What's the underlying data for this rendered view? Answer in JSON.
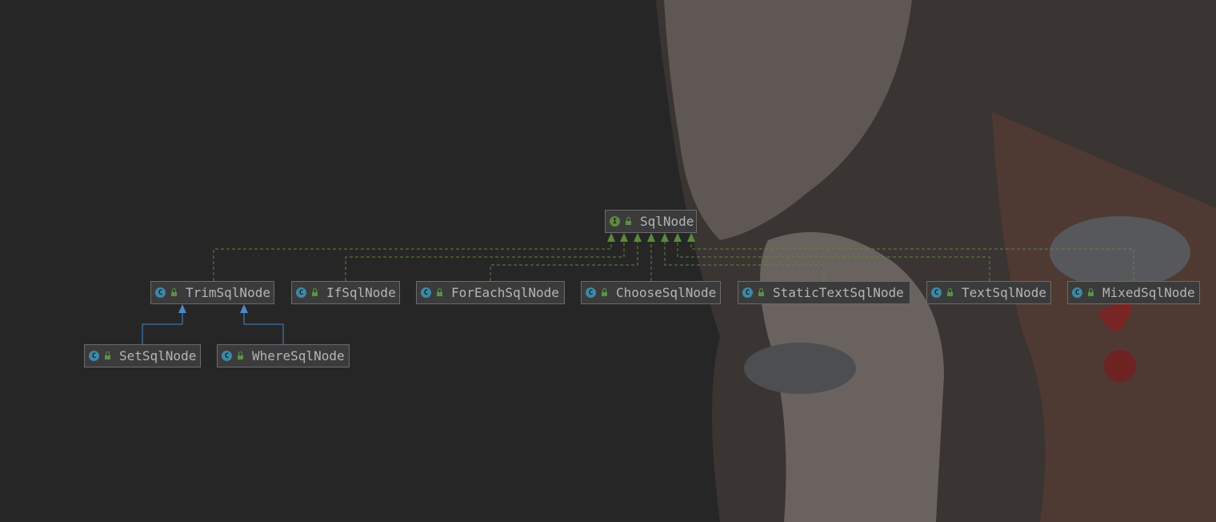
{
  "diagram": {
    "root": {
      "name": "SqlNode",
      "kind": "interface",
      "kind_icon": "interface-icon",
      "kind_letter": "I"
    },
    "implementations": [
      {
        "name": "TrimSqlNode",
        "kind": "class",
        "kind_icon": "class-icon",
        "kind_letter": "C"
      },
      {
        "name": "IfSqlNode",
        "kind": "class",
        "kind_icon": "class-icon",
        "kind_letter": "C"
      },
      {
        "name": "ForEachSqlNode",
        "kind": "class",
        "kind_icon": "class-icon",
        "kind_letter": "C"
      },
      {
        "name": "ChooseSqlNode",
        "kind": "class",
        "kind_icon": "class-icon",
        "kind_letter": "C"
      },
      {
        "name": "StaticTextSqlNode",
        "kind": "class",
        "kind_icon": "class-icon",
        "kind_letter": "C"
      },
      {
        "name": "TextSqlNode",
        "kind": "class",
        "kind_icon": "class-icon",
        "kind_letter": "C"
      },
      {
        "name": "MixedSqlNode",
        "kind": "class",
        "kind_icon": "class-icon",
        "kind_letter": "C"
      }
    ],
    "subclasses": [
      {
        "name": "SetSqlNode",
        "parent": "TrimSqlNode",
        "kind": "class",
        "kind_icon": "class-icon",
        "kind_letter": "C"
      },
      {
        "name": "WhereSqlNode",
        "parent": "TrimSqlNode",
        "kind": "class",
        "kind_icon": "class-icon",
        "kind_letter": "C"
      }
    ],
    "colors": {
      "background": "#262626",
      "implements_edge": "#5a8a3c",
      "extends_edge": "#4a88c7",
      "node_fill": "#3b3b3b",
      "node_border": "#6b6b6b",
      "text": "#b2b5b8"
    }
  }
}
